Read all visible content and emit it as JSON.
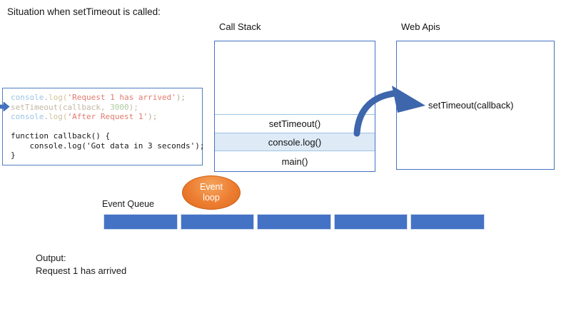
{
  "title": "Situation when setTimeout is called:",
  "code": {
    "pointer_icon": "block-arrow-right",
    "pointer_line_index": 1,
    "lines": [
      {
        "tokens": [
          {
            "text": "console",
            "color": "#9CC3E5"
          },
          {
            "text": ".",
            "color": "#A9A9A9"
          },
          {
            "text": "log(",
            "color": "#CFC39A"
          },
          {
            "text": "'Request 1 has arrived'",
            "color": "#E07B6E"
          },
          {
            "text": ");",
            "color": "#B3AC92"
          }
        ]
      },
      {
        "tokens": [
          {
            "text": "setTimeout(callback, ",
            "color": "#C2B6A3"
          },
          {
            "text": "3000",
            "color": "#AFC9A0"
          },
          {
            "text": ");",
            "color": "#C2B6A3"
          }
        ]
      },
      {
        "tokens": [
          {
            "text": "console",
            "color": "#9CC3E5"
          },
          {
            "text": ".",
            "color": "#A9A9A9"
          },
          {
            "text": "log(",
            "color": "#CFC39A"
          },
          {
            "text": "‘After Request 1'",
            "color": "#E07B6E"
          },
          {
            "text": ");",
            "color": "#B3AC92"
          }
        ]
      },
      {
        "blank": true
      },
      {
        "tokens": [
          {
            "text": "function callback() {",
            "color": "#1A1A1A"
          }
        ]
      },
      {
        "tokens": [
          {
            "text": "    console.log('Got data in 3 seconds');",
            "color": "#1A1A1A"
          }
        ]
      },
      {
        "tokens": [
          {
            "text": "}",
            "color": "#1A1A1A"
          }
        ]
      }
    ]
  },
  "call_stack": {
    "label": "Call Stack",
    "frames": [
      "setTimeout()",
      "console.log()",
      "main()"
    ],
    "highlighted_index": 1
  },
  "web_apis": {
    "label": "Web Apis",
    "content": "setTimeout(callback)"
  },
  "flow_arrow_icon": "curved-arrow-right",
  "event_loop": {
    "line1": "Event",
    "line2": "loop"
  },
  "event_queue": {
    "label": "Event Queue",
    "slots": 5
  },
  "output": {
    "label": "Output:",
    "text": "Request 1 has arrived"
  },
  "colors": {
    "accent_blue": "#4472C4",
    "box_border": "#4472C4",
    "row_divider": "#9DC3E6",
    "row_highlight": "#DEEAF6",
    "queue_fill": "#4472C4",
    "arrow_blue": "#3E66AC",
    "loop_orange": "#ED7D31"
  }
}
